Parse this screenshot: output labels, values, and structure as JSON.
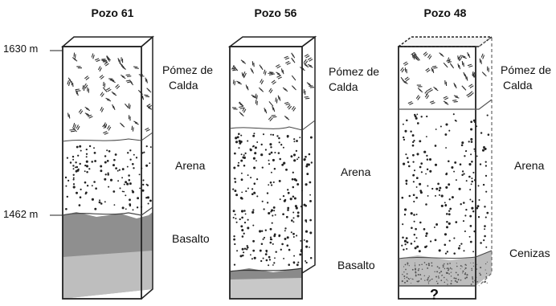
{
  "wells": [
    {
      "title": "Pozo 61",
      "layers": [
        {
          "name": "Pómez de Calda",
          "line1": "Pómez de",
          "line2": "Calda"
        },
        {
          "name": "Arena"
        },
        {
          "name": "Basalto"
        }
      ],
      "elevations": [
        "1630 m",
        "1462 m"
      ]
    },
    {
      "title": "Pozo 56",
      "layers": [
        {
          "name": "Pómez de Calda",
          "line1": "Pómez de",
          "line2": "Calda"
        },
        {
          "name": "Arena"
        },
        {
          "name": "Basalto"
        }
      ]
    },
    {
      "title": "Pozo 48",
      "layers": [
        {
          "name": "Pómez de Calda",
          "line1": "Pómez de",
          "line2": "Calda"
        },
        {
          "name": "Arena"
        },
        {
          "name": "Cenizas"
        }
      ],
      "unknown_marker": "?"
    }
  ],
  "colors": {
    "outline": "#222222",
    "basalt": "#8a8a8a",
    "ash": "#c8c8c8",
    "sand_dot": "#222222",
    "pumice_mark": "#333333"
  }
}
